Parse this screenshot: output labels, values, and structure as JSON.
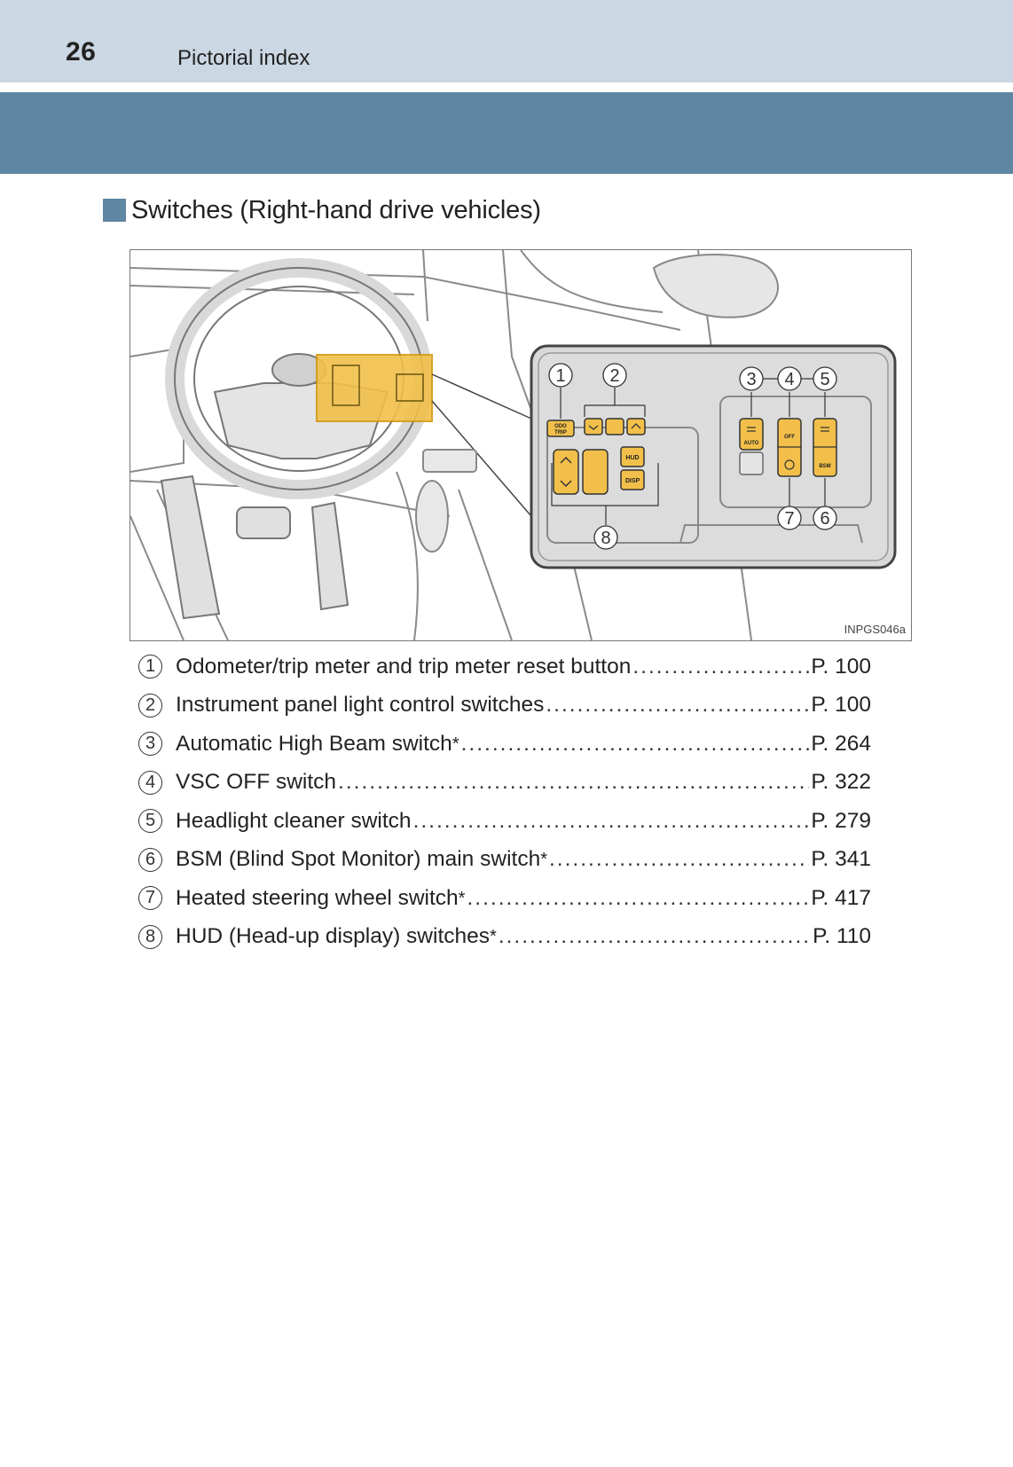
{
  "header": {
    "page_number": "26",
    "running_title": "Pictorial index"
  },
  "section": {
    "title": "Switches (Right-hand drive vehicles)"
  },
  "figure": {
    "code": "INPGS046a",
    "callouts": [
      "1",
      "2",
      "3",
      "4",
      "5",
      "6",
      "7",
      "8"
    ],
    "button_labels": {
      "odo_trip": "ODO\nTRIP",
      "auto": "AUTO",
      "off": "OFF",
      "hud": "HUD",
      "disp": "DISP",
      "bsm": "BSM"
    }
  },
  "legend": [
    {
      "num": "1",
      "label": "Odometer/trip meter and trip meter reset button",
      "star": "",
      "page": "P. 100"
    },
    {
      "num": "2",
      "label": "Instrument panel light control switches",
      "star": "",
      "page": "P. 100"
    },
    {
      "num": "3",
      "label": "Automatic High Beam switch",
      "star": "*",
      "page": "P. 264"
    },
    {
      "num": "4",
      "label": "VSC OFF switch",
      "star": "",
      "page": "P. 322"
    },
    {
      "num": "5",
      "label": "Headlight cleaner switch",
      "star": "",
      "page": "P. 279"
    },
    {
      "num": "6",
      "label": "BSM (Blind Spot Monitor) main switch",
      "star": "*",
      "page": "P. 341"
    },
    {
      "num": "7",
      "label": "Heated steering wheel switch",
      "star": "*",
      "page": "P. 417"
    },
    {
      "num": "8",
      "label": "HUD (Head-up display) switches",
      "star": "*",
      "page": "P. 110"
    }
  ]
}
